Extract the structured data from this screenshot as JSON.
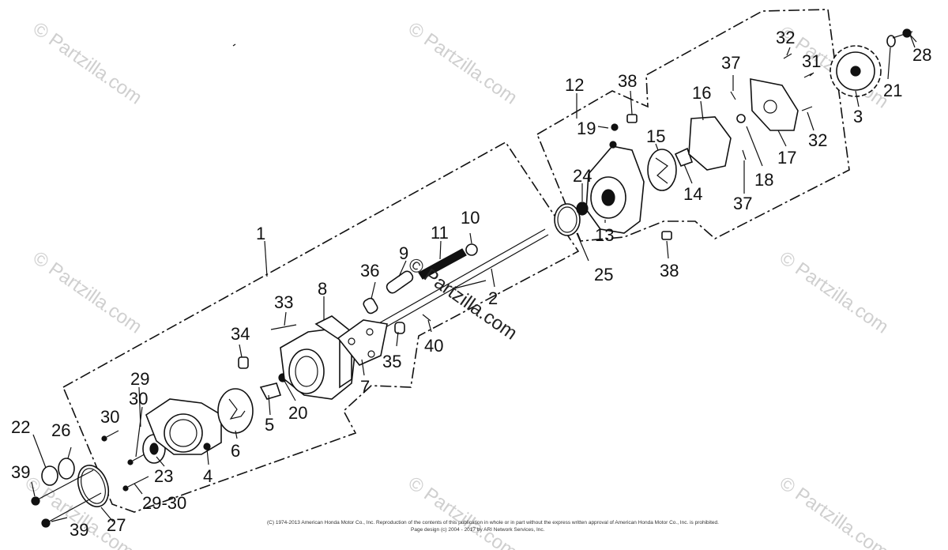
{
  "diagram": {
    "watermarks": [
      "© Partzilla.com",
      "© Partzilla.com",
      "© Partzilla.com",
      "© Partzilla.com",
      "© Partzilla.com",
      "© Partzilla.com",
      "© Partzilla.com",
      "© Partzilla.com"
    ],
    "center_watermark": "© Partzilla.com",
    "copyright_line1": "(C) 1974-2013 American Honda Motor Co., Inc. Reproduction of the contents of this publication in whole or in part without the express written approval of American Honda Motor Co., Inc. is prohibited.",
    "copyright_line2": "Page design (c) 2004 - 2017 by ARI Network Services, Inc.",
    "callouts": [
      {
        "id": "c1",
        "text": "1"
      },
      {
        "id": "c2",
        "text": "2"
      },
      {
        "id": "c3",
        "text": "3"
      },
      {
        "id": "c4",
        "text": "4"
      },
      {
        "id": "c5",
        "text": "5"
      },
      {
        "id": "c6",
        "text": "6"
      },
      {
        "id": "c7",
        "text": "7"
      },
      {
        "id": "c8",
        "text": "8"
      },
      {
        "id": "c9",
        "text": "9"
      },
      {
        "id": "c10",
        "text": "10"
      },
      {
        "id": "c11",
        "text": "11"
      },
      {
        "id": "c12",
        "text": "12"
      },
      {
        "id": "c13",
        "text": "13"
      },
      {
        "id": "c14",
        "text": "14"
      },
      {
        "id": "c15",
        "text": "15"
      },
      {
        "id": "c16",
        "text": "16"
      },
      {
        "id": "c17",
        "text": "17"
      },
      {
        "id": "c18",
        "text": "18"
      },
      {
        "id": "c19",
        "text": "19"
      },
      {
        "id": "c20",
        "text": "20"
      },
      {
        "id": "c21",
        "text": "21"
      },
      {
        "id": "c22",
        "text": "22"
      },
      {
        "id": "c23",
        "text": "23"
      },
      {
        "id": "c24",
        "text": "24"
      },
      {
        "id": "c25",
        "text": "25"
      },
      {
        "id": "c26",
        "text": "26"
      },
      {
        "id": "c27",
        "text": "27"
      },
      {
        "id": "c28",
        "text": "28"
      },
      {
        "id": "c29a",
        "text": "29"
      },
      {
        "id": "c29b",
        "text": "29-30"
      },
      {
        "id": "c30a",
        "text": "30"
      },
      {
        "id": "c30b",
        "text": "30"
      },
      {
        "id": "c31",
        "text": "31"
      },
      {
        "id": "c32a",
        "text": "32"
      },
      {
        "id": "c32b",
        "text": "32"
      },
      {
        "id": "c33",
        "text": "33"
      },
      {
        "id": "c34",
        "text": "34"
      },
      {
        "id": "c35",
        "text": "35"
      },
      {
        "id": "c36",
        "text": "36"
      },
      {
        "id": "c37a",
        "text": "37"
      },
      {
        "id": "c37b",
        "text": "37"
      },
      {
        "id": "c38a",
        "text": "38"
      },
      {
        "id": "c38b",
        "text": "38"
      },
      {
        "id": "c39a",
        "text": "39"
      },
      {
        "id": "c39b",
        "text": "39"
      },
      {
        "id": "c40",
        "text": "40"
      }
    ]
  }
}
